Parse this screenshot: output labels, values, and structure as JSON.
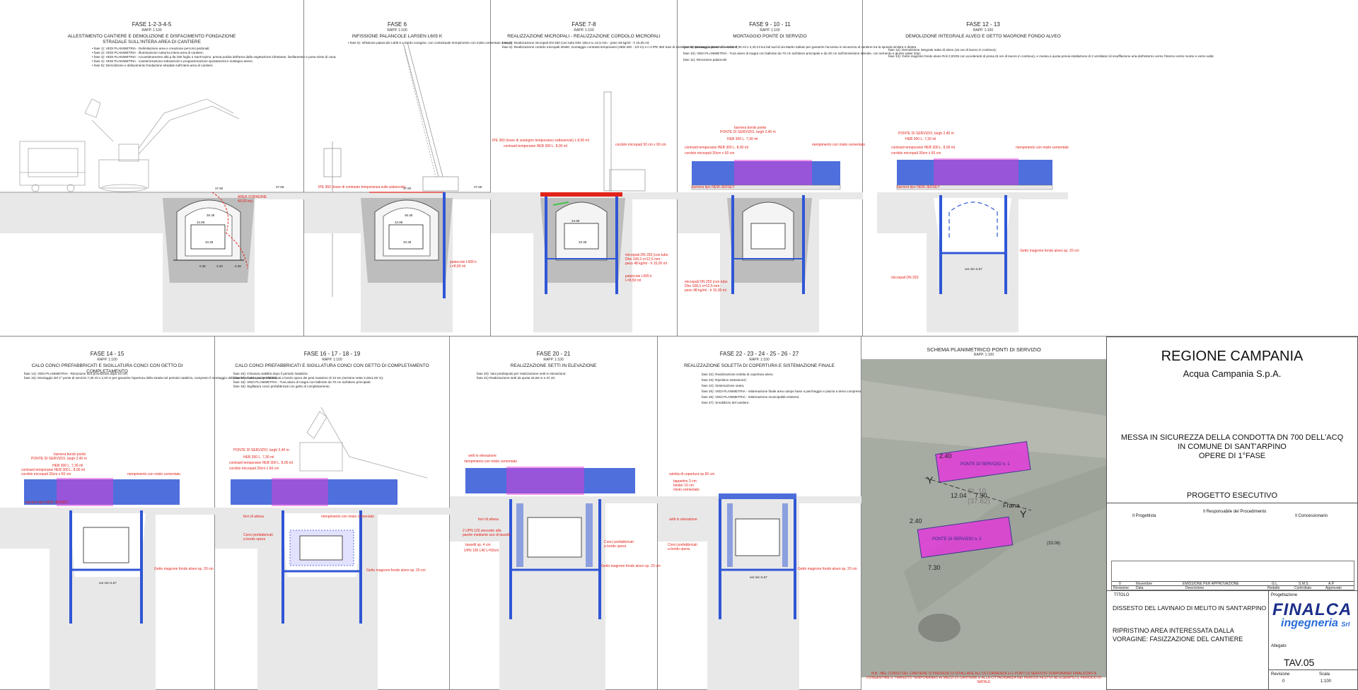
{
  "panels": [
    {
      "title": "FASE 1-2-3-4-5",
      "scale": "RAPP. 1:100",
      "subtitle": "ALLESTIMENTO CANTIERE E DEMOLIZIONE E DISFACIMENTO FONDAZIONE STRADALE SULL'INTERA AREA DI CANTIERE",
      "notes": [
        "• fase 1): VEDI PLANIMETRIA - Delimitazione area e creazione percorsi pedonali;",
        "• fase 2): VEDI PLANIMETRIA - Illuminazione notturna intera area di cantiere;",
        "• fase 3): VEDI PLANIMETRIA - Accantieramento alla p.lla 330 foglio 2 Sant'Arpino, previa pulizia dell'area dalla vegetazione infestante, livellamento e posa misto di cava;",
        "• fase 4): VEDI PLANIMETRIA - Cantierizzazione sottoservizi e programmazione spostamenti e sostegno aereo;",
        "• fase 5): Demolizione e disfacimento fondazione stradale sull'intera area di cantiere."
      ],
      "labels": [
        "AREA VORAGINE",
        "40,00 mq",
        "37.80",
        "37.68",
        "36.38",
        "34.98",
        "33.38",
        "0.38",
        "3.25",
        "0.38"
      ]
    },
    {
      "title": "FASE 6",
      "scale": "RAPP. 1:100",
      "subtitle": "INFISSIONE PALANCOLE LARSEN L605 K",
      "notes": [
        "• fase 6): Infissione palancole L605 k a bordo voragine, con contestuale riempimento con misto cementato a tergo;"
      ],
      "labels": [
        "IPE 360 (trave di contrasto temporanea sulle palancole)",
        "palancole L605 k",
        "L=8,50 ml",
        "37.80",
        "37.68",
        "36.38",
        "34.98",
        "33.38"
      ]
    },
    {
      "title": "FASE 7-8",
      "scale": "RAPP. 1:100",
      "subtitle": "REALIZZAZIONE MICROPALI - REALIZZAZIONE CORDOLO MICROPALI",
      "notes": [
        "fase 7): Realizzazione micropali DN 250 (con tubo Dhe 168,3 s=12,5 mm - peso 48 kg/ml - h 15,00 ml;",
        "fase 8): Realizzazione cordolo micropali 30x60, montaggio contrasti temporanei (HEB 300 - 1/3 m) e n.3 IPE 360 travi di sostegno temporaneo sottoservizi esistenti;"
      ],
      "labels": [
        "IPE 360 (trave di sostegno temporaneo sottoservizi) L 8,00 ml",
        "contrasti temporanei HEB 300 L. 8,00 ml",
        "cordolo micropali 30 cm x 60 cm",
        "micropali DN 250 (con tubo Dhe 168,3 s=12,5 mm - peso 48 kg/ml - h 15,00 ml",
        "palancole L605 k",
        "L=8,50 ml",
        "34.98",
        "33.38"
      ]
    },
    {
      "title": "FASE 9 - 10 - 11",
      "scale": "RAPP. 1:100",
      "subtitle": "MONTAGGIO PONTE DI SERVIZIO",
      "notes": [
        "fase 9): Montaggio ponte di servizio 7,30 ml x 2,40 ml sui lati sud di via Martin Italiani per garantire l'accesso in sicurezza al cantiere tra la sponda sinistra e destra",
        "fase 10): VEDI PLANIMETRIA - Tura alveo di magra con ballonte da 70 cm sull'alveo principale e da 30 cm sull'immissione laterale, con semento e giunto water stop;",
        "fase 11): Rimozione palancole"
      ],
      "labels": [
        "barriera bordo ponte",
        "PONTE DI SERVIZIO, largh 2,40 m",
        "HEB 300 L. 7,30 ml",
        "contrasti temporanei HEB 300 L. 8,00 ml",
        "cordolo micropali 30cm x 60 cm",
        "riempimento con misto cementato",
        "barriera tipo NEW-JERSEY",
        "micropali DN 250 (con tubo Dhe 168,3 s=12,5 mm - peso 48 kg/ml - h 15,00 ml"
      ]
    },
    {
      "title": "FASE 12 - 13",
      "scale": "RAPP. 1:100",
      "subtitle": "DEMOLIZIONE INTEGRALE ALVEO E GETTO MAGRONE FONDO ALVEO",
      "notes": [
        "fase 12): Demolizione integrale tratto di alveo (16 ore di lavoro in continuo);",
        "fase 13): Getto magrone fondo alveo Rck C20/25 con acceleranti di presa (6 ore di lavoro in continuo), e messa a quota previa istallazione di 2 ventilatori di insufflazione aria dall'esterno verso l'interno verso monte e verso valle;"
      ],
      "labels": [
        "PONTE DI SERVIZIO, largh 2,40 m",
        "HEB 300 L. 7,30 ml",
        "contrasti temporanei HEB 300 L. 8,00 ml",
        "cordolo micropali 30cm x 60 cm",
        "riempimento con misto cementato",
        "barriera tipo NEW-JERSEY",
        "Getto magrone fondo alveo sp. 20 cm",
        "micropali DN 250",
        "var min 5.67"
      ]
    },
    {
      "title": "FASE 14 - 15",
      "scale": "RAPP. 1:100",
      "subtitle": "CALO CONCI PREFABBRICATI E SIGILLATURA CONCI CON GETTO DI COMPLETAMENTO",
      "notes": [
        "fase 14): VEDI PLANIMETRIA - Rimozione tura provvisoria dopo 24 ore;",
        "fase 15): Montaggio del 2° ponte di servizio 7,30 ml x 2,40 m per garantire l'apertura della strada nel periodo natalizio, compreso il montaggio della barriera bordo ponte laterale;"
      ],
      "labels": [
        "barriera bordo ponte",
        "PONTE DI SERVIZIO, largh 2,40 m",
        "HEB 300 L. 7,30 ml",
        "contrasti temporanei HEB 300 L. 8,00 ml",
        "cordolo micropali 30cm x 60 cm",
        "riempimento con misto cementato",
        "barriera tipo NEW-JERSEY",
        "Getto magrone fondo alveo sp. 20 cm",
        "var min 5.67"
      ]
    },
    {
      "title": "FASE 16 - 17 - 18 - 19",
      "scale": "RAPP. 1:100",
      "subtitle": "CALO CONCI PREFABBRICATI E SIGILLATURA CONCI CON GETTO DI COMPLETAMENTO",
      "notes": [
        "fase 16): Chiusura viabilità dopo il periodo Natalizio;",
        "fase 17): Calo conci prefabbricati a bordo opera dei pesi massimo di 10 ton (sezione netta 3,25x1,50 m);",
        "fase 18): VEDI PLANIMETRIA - Tura alveo di magra con ballonte da 70 cm sull'alveo principale;",
        "fase 19): Sigillatura conci prefabbricati con getto di completamento."
      ],
      "labels": [
        "PONTE DI SERVIZIO, largh 2,40 m",
        "HEB 300 L. 7,30 ml",
        "contrasti temporanei HEB 300 L. 8,00 ml",
        "cordolo micropali 30cm x 60 cm",
        "ferri di attesa",
        "riempimento con misto cementato",
        "Conci prefabbricati a bordo opera",
        "Getto magrone fondo alveo sp. 20 cm"
      ]
    },
    {
      "title": "FASE 20 - 21",
      "scale": "RAPP. 1:100",
      "subtitle": "REALIZZAZIONE SETTI IN ELEVAZIONE",
      "notes": [
        "fase 20): Vani predisposti per realizzazione setti in elevazione;",
        "fase 21) Realizzazione setti da quota 34,56 m a 37,10;"
      ],
      "labels": [
        "setti in elevazione",
        "riempimento con misto cementato",
        "ferri di attesa",
        "2 UPN 120 ancorato alla parete mediante uso di tasselli",
        "tasselli sp. 4 cm",
        "UPN 100 L40 L=50cm",
        "Conci prefabbricati a bordo opera",
        "Getto magrone fondo alveo sp. 20 cm"
      ]
    },
    {
      "title": "FASE 22 - 23 - 24 - 25 - 26 - 27",
      "scale": "RAPP. 1:100",
      "subtitle": "REALIZZAZIONE SOLETTA DI COPERTURA E SISTEMAZIONE FINALE",
      "notes": [
        "fase 22): Realizzazione soletta di copertura alveo;",
        "fase 23): Ripristino sottoservizi;",
        "fase 24): Sistemazione viaria;",
        "fase 25): VEDI PLANIMETRIA - Sistemazione finale area campo base a parcheggio e piazza a tema compreso arredi e illuminazione (previa indagine strutturale sulla soletta di copertura dell'alveo Farina);",
        "fase 26): VEDI PLANIMETRIA - Sistemazione municipalità esistenti;",
        "fase 27): Smobilizzo del cantiere."
      ],
      "labels": [
        "soletta di copertura sp.50 cm",
        "tappetino 3 cm",
        "binder 10 cm",
        "misto cementato",
        "setti in elevazione",
        "Conci prefabbricati a bordo opera",
        "Getto magrone fondo alveo sp. 20 cm",
        "var min 5.67"
      ]
    }
  ],
  "map": {
    "title": "SCHEMA PLANIMETRICO PONTI DI SERVIZIO",
    "scale": "RAPP. 1:100",
    "bridge1": "PONTE DI SERVIZIO n. 1",
    "bridge2": "PONTE DI SERVIZIO n. 2",
    "dims": [
      "2.40",
      "7.30",
      "2.40",
      "7.30",
      "12.04"
    ],
    "marks": [
      "Frana",
      "Y",
      "Y",
      "(33.08)",
      "SL.10",
      "(37.82)"
    ],
    "note": "N.B.: NEL CORSO DEL CANTIERE SI PREVEDE DI ISTALLARE ALL'OCCORRENZA 1+1 PONTI DI SERVIZIO TEMPORANEI FINALIZZATI A CONSENTIRE IL TRANSITO TEMPORANEO AI MEZZI DI CANTIERE E ALLA CITTADINANZA NEI PERIODI FESTIVI AD ESEMPIO IL PERIODO DI NATALE"
  },
  "titleblock": {
    "region": "REGIONE CAMPANIA",
    "client": "Acqua Campania S.p.A.",
    "project": [
      "MESSA IN SICUREZZA DELLA CONDOTTA DN 700 DELL'ACQ",
      "IN COMUNE DI SANT'ARPINO",
      "OPERE DI 1°FASE"
    ],
    "stage": "PROGETTO ESECUTIVO",
    "roles": [
      "Il Progettista",
      "Il Responsabile del Procedimento",
      "Il Concessionario"
    ],
    "rev_row": [
      "0",
      "Novembre",
      "EMISSIONE PER APPROVAZIONE",
      "G.L.",
      "S.M.S.",
      "A.P."
    ],
    "rev_head": [
      "Revisione",
      "Data",
      "Descrizione",
      "Redatto",
      "Controllato",
      "Approvato"
    ],
    "titolo_label": "TITOLO",
    "title_text": "DISSESTO DEL LAVINAIO DI MELITO IN SANT'ARPINO",
    "subtitle_text": [
      "RIPRISTINO AREA INTERESSATA DALLA",
      "VORAGINE: FASIZZAZIONE DEL CANTIERE"
    ],
    "logo1": "FINALCA",
    "logo2": "ingegneria",
    "logo_srl": "Srl",
    "allegato_label": "Allegato",
    "allegato": "TAV.05",
    "revisione_label": "Revisione",
    "revisione": "0",
    "scala_label": "Scala",
    "scala": "1:100",
    "progettazione": "Progettazione"
  },
  "colors": {
    "red": "#e2231a",
    "blue": "#2f56d6",
    "magenta": "#e23bd8",
    "hatch": "#3b3bd4"
  }
}
